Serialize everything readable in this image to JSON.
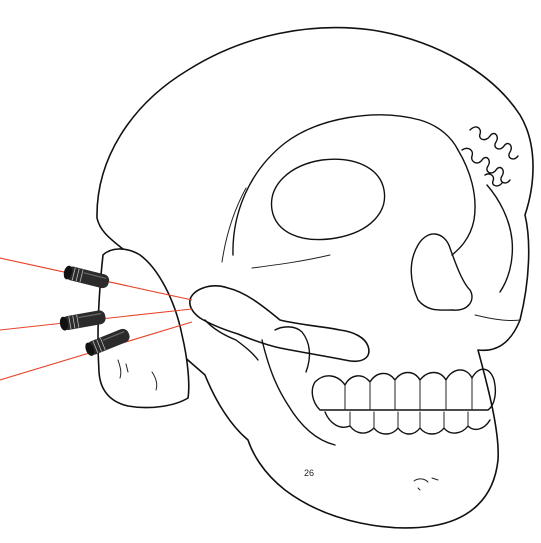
{
  "figure": {
    "page_number": "26"
  },
  "colors": {
    "laser": "#e8442a",
    "outline": "#111111",
    "emitter_body": "#2b2b2b",
    "emitter_ring": "#bdbdbd",
    "background": "#ffffff"
  },
  "icons": {
    "emitters": [
      "laser-emitter-top",
      "laser-emitter-middle",
      "laser-emitter-bottom"
    ]
  }
}
